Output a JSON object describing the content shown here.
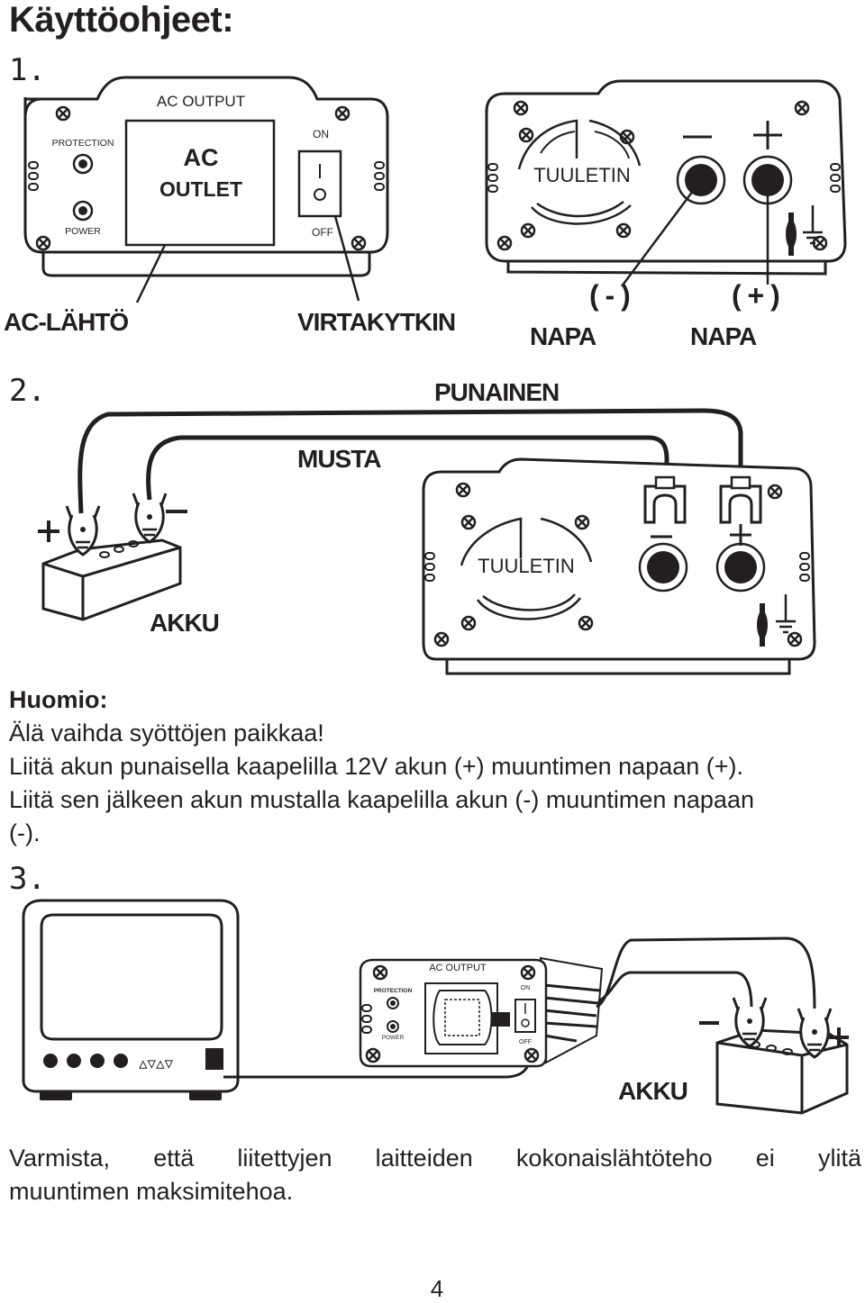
{
  "page": {
    "title": "Käyttöohjeet:",
    "page_number": "4"
  },
  "step1": {
    "number": "1.",
    "front_panel": {
      "ac_output_label": "AC  OUTPUT",
      "protection_label": "PROTECTION",
      "power_label": "POWER",
      "outlet_line1": "AC",
      "outlet_line2": "OUTLET",
      "on_label": "ON",
      "off_label": "OFF"
    },
    "rear_panel": {
      "fan_label": "TUULETIN"
    },
    "callouts": {
      "ac_output": "AC-LÄHTÖ",
      "power_switch": "VIRTAKYTKIN",
      "neg_terminal_symbol": "( - )",
      "neg_terminal_label": "NAPA",
      "pos_terminal_symbol": "( + )",
      "pos_terminal_label": "NAPA"
    }
  },
  "step2": {
    "number": "2.",
    "red_cable": "PUNAINEN",
    "black_cable": "MUSTA",
    "battery": "AKKU",
    "fan_label": "TUULETIN"
  },
  "note": {
    "heading": "Huomio:",
    "lines": [
      "Älä vaihda syöttöjen paikkaa!",
      "Liitä akun punaisella kaapelilla 12V akun (+) muuntimen napaan (+).",
      "Liitä sen jälkeen akun mustalla kaapelilla akun (-) muuntimen napaan",
      "(-)."
    ]
  },
  "step3": {
    "number": "3.",
    "ac_output_label": "AC  OUTPUT",
    "protection_label": "PROTECTION",
    "power_label": "POWER",
    "on_label": "ON",
    "off_label": "OFF",
    "battery": "AKKU",
    "tv_controls": "▵▿▵▿"
  },
  "footer": {
    "line1": "Varmista, että liitettyjen laitteiden kokonaislähtöteho ei ylitä",
    "line2": "muuntimen maksimitehoa."
  }
}
